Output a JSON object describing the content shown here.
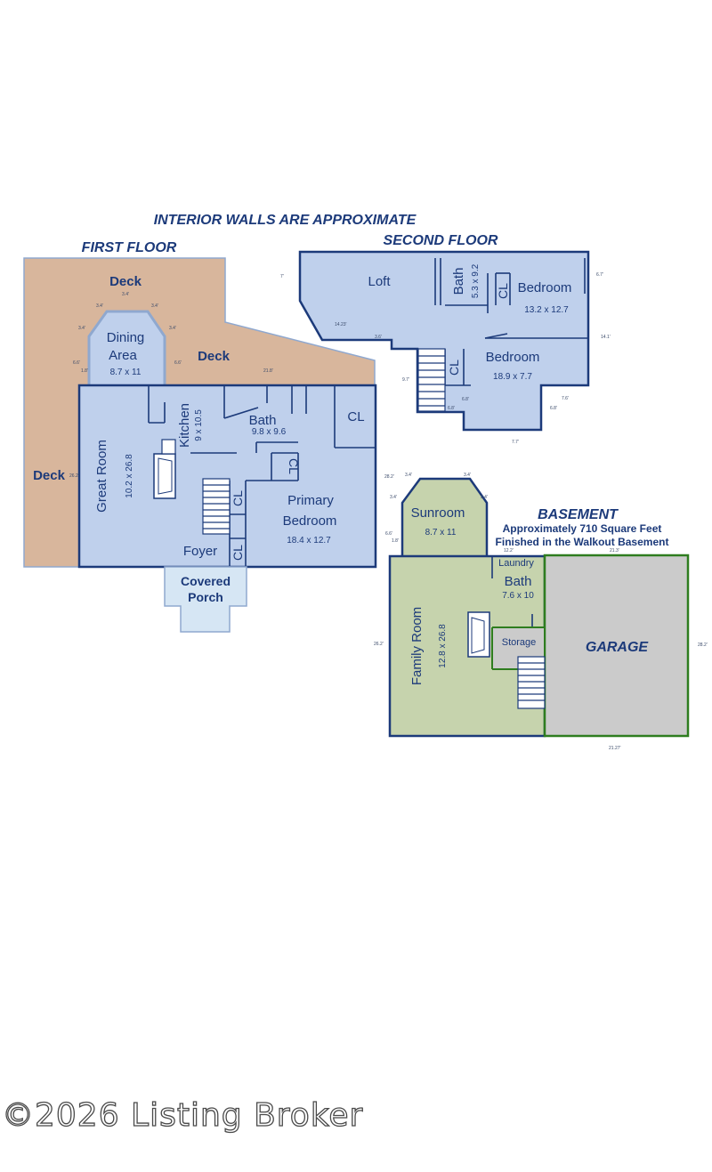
{
  "heading": "INTERIOR WALLS ARE APPROXIMATE",
  "colors": {
    "wall": "#1c3a7a",
    "interior": "#bfd0ec",
    "deck": "#d8b69c",
    "porch": "#d6e6f4",
    "basement": "#c6d3ad",
    "garage": "#cbcbcb",
    "garage_wall": "#2e7d1f"
  },
  "first_floor": {
    "title": "FIRST FLOOR",
    "deck_top": "Deck",
    "deck_right": "Deck",
    "deck_left": "Deck",
    "dining": {
      "name_line1": "Dining",
      "name_line2": "Area",
      "dims": "8.7 x 11"
    },
    "great_room": {
      "name": "Great Room",
      "dims": "10.2 x 26.8"
    },
    "kitchen": {
      "name": "Kitchen",
      "dims": "9 x 10.5"
    },
    "bath": {
      "name": "Bath",
      "dims": "9.8 x 9.6"
    },
    "closet_a": "CL",
    "closet_b": "CL",
    "closet_c": "CL",
    "closet_d": "CL",
    "primary": {
      "name_line1": "Primary",
      "name_line2": "Bedroom",
      "dims": "18.4 x 12.7"
    },
    "foyer": "Foyer",
    "porch": {
      "line1": "Covered",
      "line2": "Porch"
    },
    "tiny": {
      "t1": "3.4'",
      "t2": "3.4'",
      "t3": "3.4'",
      "t4": "3.4'",
      "t5": "3.4'",
      "t6": "6.6'",
      "t7": "1.8'",
      "t8": "6.6'",
      "t9": "21.8'",
      "t10": "26.2'"
    }
  },
  "second_floor": {
    "title": "SECOND FLOOR",
    "loft": "Loft",
    "bath": {
      "name": "Bath",
      "dims": "5.3 x 9.2"
    },
    "closet_a": "CL",
    "closet_b": "CL",
    "bedroom1": {
      "name": "Bedroom",
      "dims": "13.2 x 12.7"
    },
    "bedroom2": {
      "name": "Bedroom",
      "dims": "18.9 x 7.7"
    },
    "tiny": {
      "t1": "7'",
      "t2": "6.7'",
      "t3": "14.23'",
      "t4": "3.6'",
      "t5": "14.1'",
      "t6": "9.7'",
      "t7": "6.8'",
      "t8": "6.8'",
      "t9": "7.6'",
      "t10": "6.8'",
      "t11": "7.7'"
    }
  },
  "basement": {
    "title": "BASEMENT",
    "note_line1": "Approximately 710 Square Feet",
    "note_line2": "Finished in the Walkout Basement",
    "sunroom": {
      "name": "Sunroom",
      "dims": "8.7 x 11"
    },
    "laundry": "Laundry",
    "bath": {
      "name": "Bath",
      "dims": "7.6 x 10"
    },
    "storage": "Storage",
    "family": {
      "name": "Family Room",
      "dims": "12.8 x 26.8"
    },
    "garage": "GARAGE",
    "tiny": {
      "t1": "28.2'",
      "t2": "3.4'",
      "t3": "3.4'",
      "t4": "3.4'",
      "t5": "3.4'",
      "t6": "6.6'",
      "t7": "1.8'",
      "t8": "12.2'",
      "t9": "21.3'",
      "t10": "26.2'",
      "t11": "28.2'",
      "t12": "21.27'"
    }
  },
  "watermark": "©2026 Listing Broker"
}
